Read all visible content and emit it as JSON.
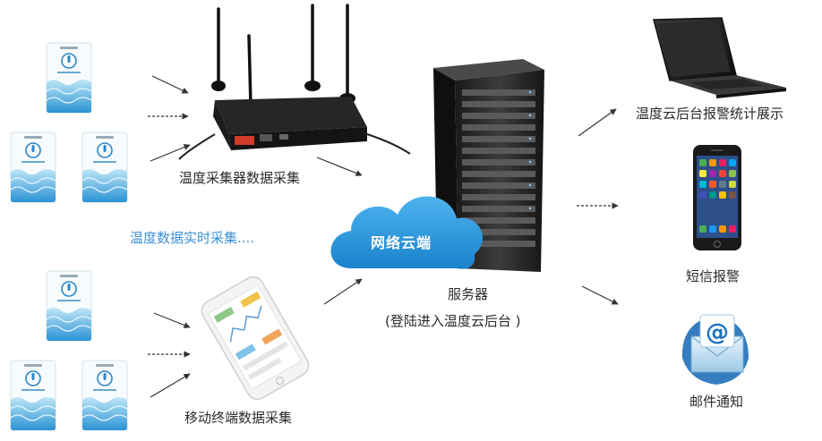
{
  "labels": {
    "collector": "温度采集器数据采集",
    "realtime": "温度数据实时采集....",
    "mobile_collect": "移动终端数据采集",
    "cloud": "网络云端",
    "server": "服务器",
    "server_sub": "(登陆进入温度云后台 )",
    "display": "温度云后台报警统计展示",
    "sms": "短信报警",
    "email": "邮件通知"
  },
  "icons": {
    "sensor": "temperature-sensor-tag-icon",
    "router": "4g-router-with-antennas-icon",
    "phone": "smartphone-icon",
    "server": "server-rack-icon",
    "cloud": "cloud-icon",
    "laptop": "laptop-icon",
    "email": "email-at-icon"
  },
  "colors": {
    "cloud": "#2b9be0",
    "realtime_text": "#3c8fd8",
    "sensor_wave": "#3aa6dc"
  }
}
